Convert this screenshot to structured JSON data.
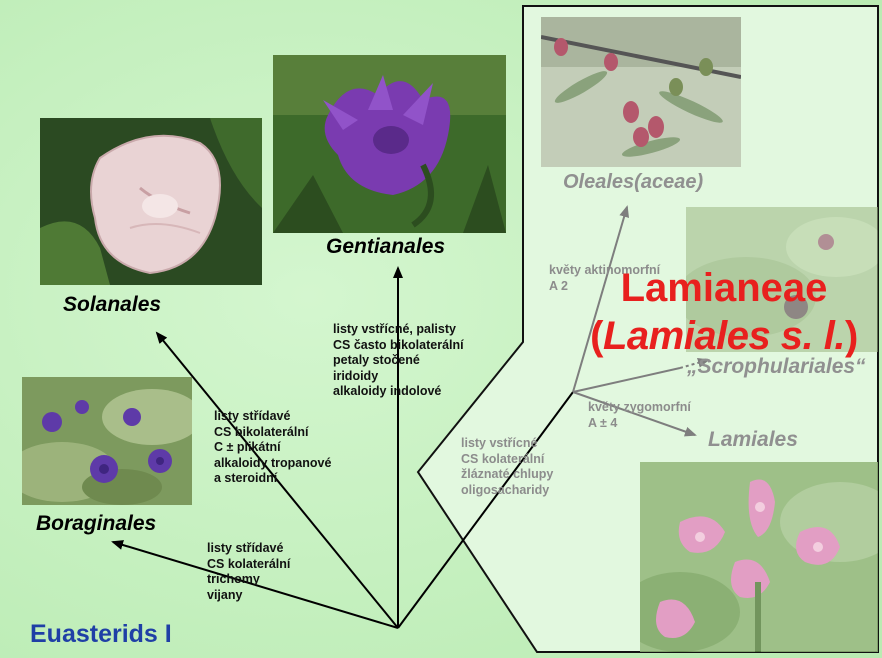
{
  "clade_label": "Euasterids I",
  "orders": {
    "solanales": "Solanales",
    "gentianales": "Gentianales",
    "boraginales": "Boraginales",
    "oleales": "Oleales(aceae)",
    "scrophulariales": "„Scrophulariales“",
    "lamiales": "Lamiales"
  },
  "highlight": {
    "line1": "Lamianeae",
    "line2_open": "(",
    "line2_italic": "Lamiales s. l.",
    "line2_close": ")"
  },
  "traits": {
    "boraginales": [
      "listy střídavé",
      "CS kolaterální",
      "trichomy",
      "vijany"
    ],
    "solanales": [
      "listy střídavé",
      "CS bikolaterální",
      "C ± plikátní",
      "alkaloidy tropanové",
      "a steroidní"
    ],
    "gentianales": [
      "listy vstřícné, palisty",
      "CS často bikolaterální",
      "petaly stočené",
      "iridoidy",
      "alkaloidy indolové"
    ],
    "lamianeae": [
      "listy vstřícné",
      "CS kolaterální",
      "žláznaté chlupy",
      "oligosacharidy"
    ],
    "oleales": [
      "květy aktinomorfní",
      "A 2"
    ],
    "lamiales": [
      "květy zygomorfní",
      "A ± 4"
    ]
  },
  "colors": {
    "background": "#c8f2c2",
    "panel": "#e1f7de",
    "highlight_text": "#e8201e",
    "clade_text": "#1f3fa6"
  }
}
